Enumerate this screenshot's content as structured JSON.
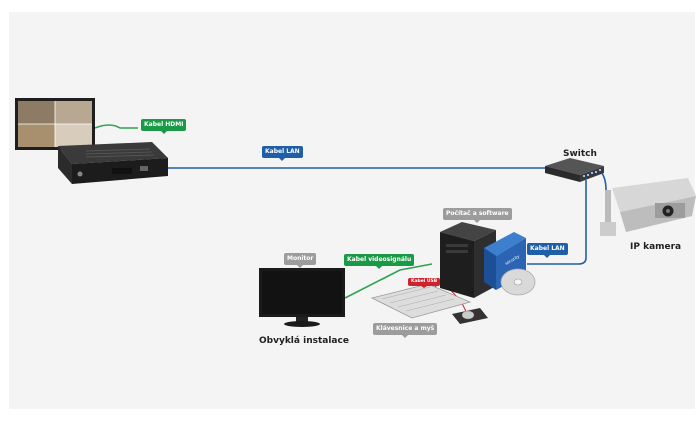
{
  "labels": {
    "kabel_hdmi": "Kabel HDMI",
    "kabel_lan_1": "Kabel LAN",
    "kabel_lan_2": "Kabel LAN",
    "switch": "Switch",
    "ip_kamera": "IP kamera",
    "pocitac": "Počítač a software",
    "monitor": "Monitor",
    "kabel_video": "Kabel videosignálu",
    "kabel_usb": "Kabel USB",
    "klavesnice": "Klávesnice a myš",
    "obvykla": "Obvyklá instalace"
  },
  "colors": {
    "lan_cable": "#1f5ea8",
    "video_cable": "#2ea24f",
    "usb_cable": "#d0222c",
    "tag_green": "#1a9a46",
    "tag_blue": "#1f5ea8",
    "tag_gray": "#9c9c9c",
    "tag_red": "#d0222c"
  }
}
